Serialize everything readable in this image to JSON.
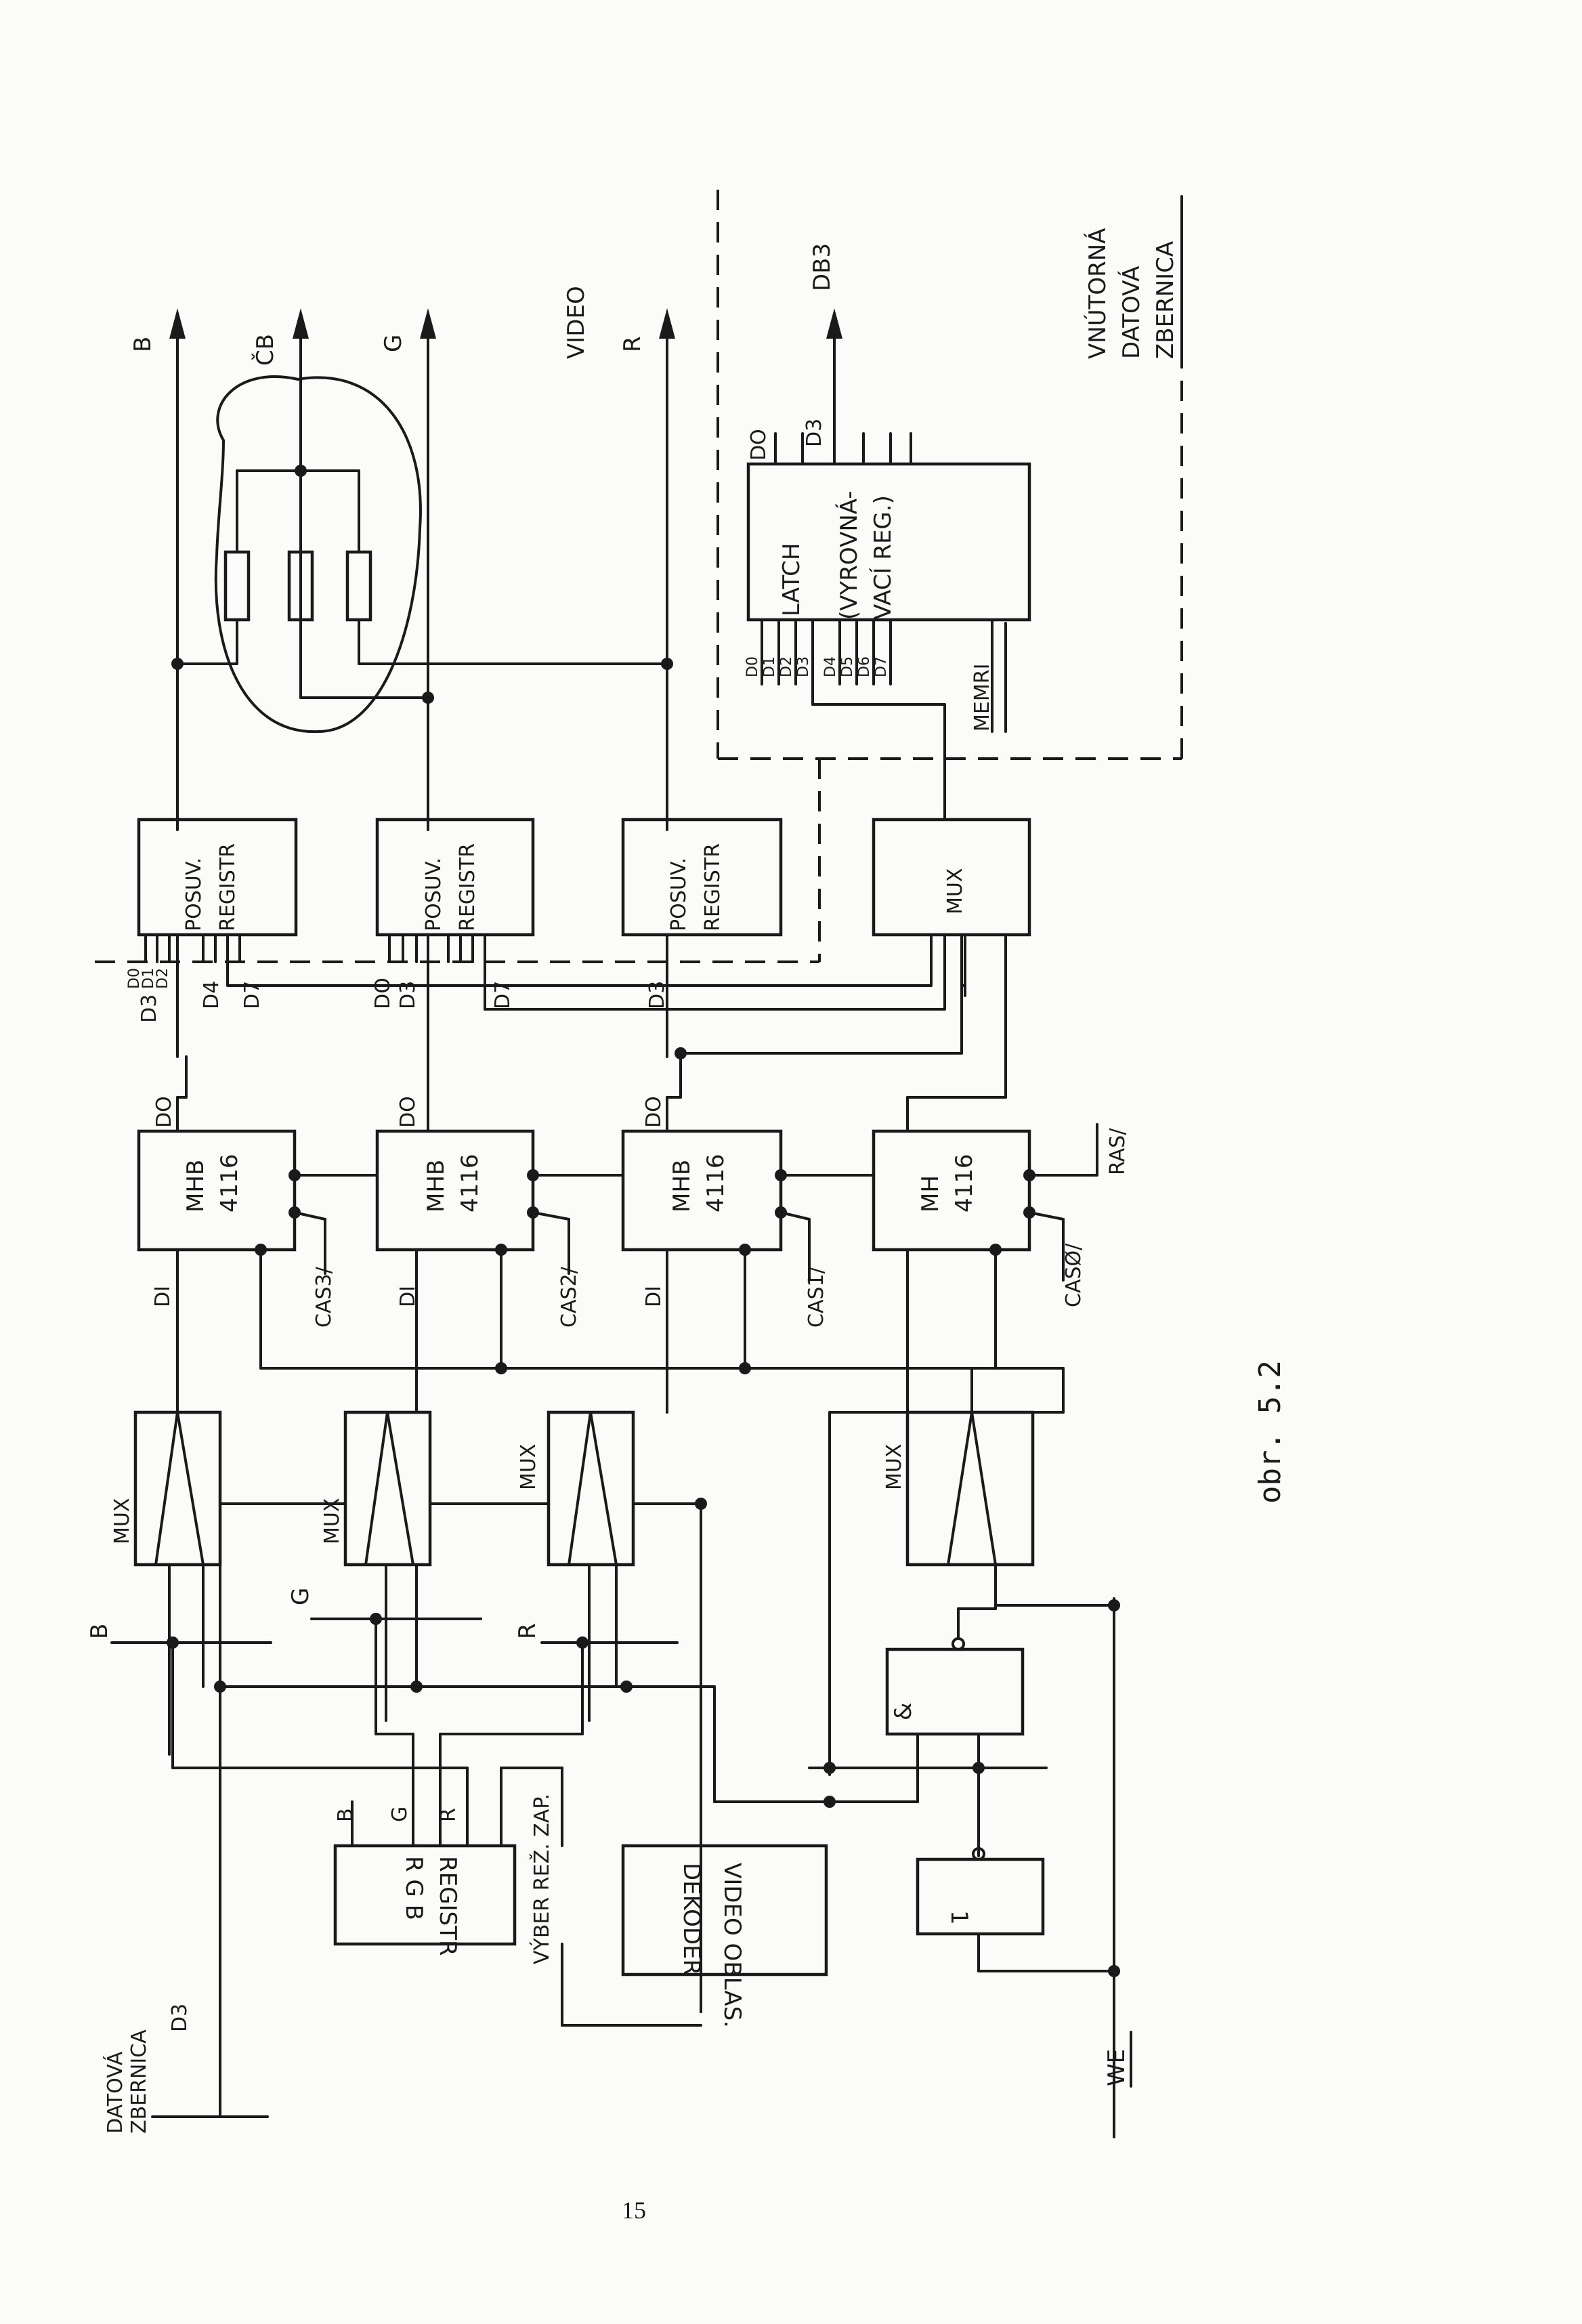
{
  "labels": {
    "out_b": "B",
    "out_cb": "ČB",
    "out_g": "G",
    "out_video": "VIDEO",
    "out_r": "R",
    "db3": "DB3",
    "vnutorna_1": "VNÚTORNÁ",
    "vnutorna_2": "DATOVÁ",
    "vnutorna_3": "ZBERNICA",
    "latch_1": "LATCH",
    "latch_2": "(VYROVNÁ-",
    "latch_3": "VACÍ REG.)",
    "latch_d0_top": "DO",
    "latch_d3_top": "D3",
    "latch_inputs": [
      "D0",
      "D1",
      "D2",
      "D3",
      "D4",
      "D5",
      "D6",
      "D7"
    ],
    "memri": "MEMRI",
    "posuv_1": "POSUV.",
    "posuv_2": "REGISTR",
    "mux": "MUX",
    "mhb_1": "MHB",
    "mhb_2": "4116",
    "mh_1": "MH",
    "mh_2": "4116",
    "do": "DO",
    "di": "DI",
    "cas3": "CAS3/",
    "cas2": "CAS2/",
    "cas1": "CAS1/",
    "cas0": "CASØ/",
    "ras": "RAS/",
    "sr1_d": [
      "D0",
      "D1",
      "D2"
    ],
    "sr1_d3": "D3",
    "sr1_d4": "D4",
    "sr1_d7": "D7",
    "sr2_d0": "DO",
    "sr2_d3": "D3",
    "sr2_d7": "D7",
    "sr3_d3": "D3",
    "in_b": "B",
    "in_g": "G",
    "in_r": "R",
    "and": "&",
    "not": "1",
    "rgb_1": "R G B",
    "rgb_2": "REGISTR",
    "rgb_b": "B",
    "rgb_g": "G",
    "rgb_r": "R",
    "vyber": "VÝBER REŽ. ZAP.",
    "dek_1": "DEKODER",
    "dek_2": "VIDEO OBLAS.",
    "datova_1": "DATOVÁ",
    "datova_2": "ZBERNICA",
    "datova_d3": "D3",
    "we": "WE",
    "caption": "obr. 5.2",
    "page_number": "15"
  }
}
